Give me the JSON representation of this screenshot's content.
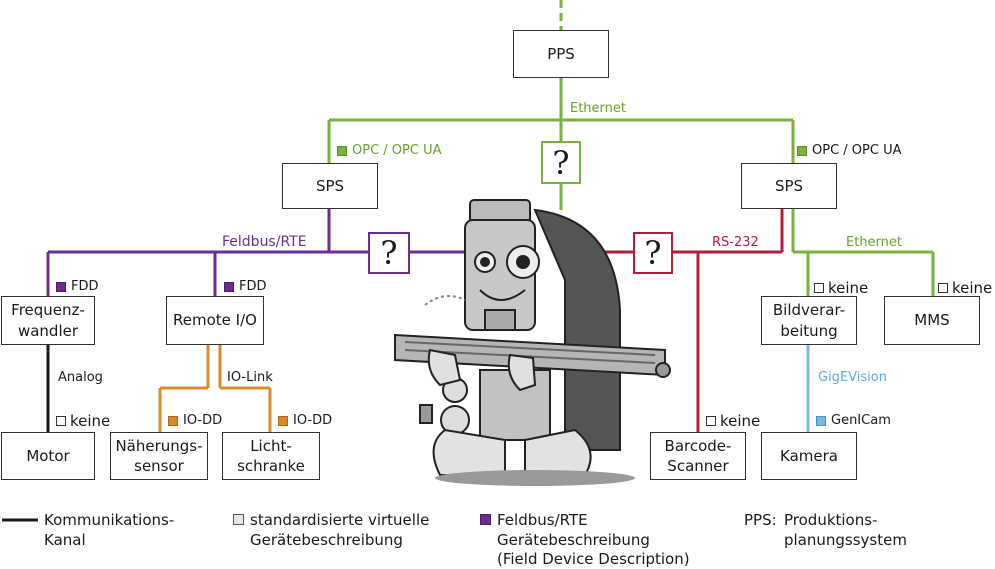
{
  "nodes": {
    "pps": "PPS",
    "sps_left": "SPS",
    "sps_right": "SPS",
    "frequenzwandler": "Frequenz-\nwandler",
    "remote_io": "Remote I/O",
    "motor": "Motor",
    "naeherungssensor": "Näherungs-\nsensor",
    "lichtschranke": "Licht-\nschranke",
    "barcode_scanner": "Barcode-\nScanner",
    "bildverarbeitung": "Bildverar-\nbeitung",
    "mms": "MMS",
    "kamera": "Kamera"
  },
  "links": {
    "ethernet_top": "Ethernet",
    "ethernet_right": "Ethernet",
    "feldbus": "Feldbus/RTE",
    "rs232": "RS-232",
    "analog": "Analog",
    "io_link": "IO-Link",
    "gigevision": "GigEVision"
  },
  "descriptions": {
    "opc_left": "OPC / OPC UA",
    "opc_right": "OPC / OPC UA",
    "fdd_left": "FDD",
    "fdd_remote": "FDD",
    "keine_motor": "keine",
    "iodd_1": "IO-DD",
    "iodd_2": "IO-DD",
    "keine_barcode": "keine",
    "keine_bild": "keine",
    "keine_mms": "keine",
    "genicam": "GenICam"
  },
  "question_mark": "?",
  "legend": {
    "kanal": "Kommunikations-\nKanal",
    "virtual": "standardisierte virtuelle\nGerätebeschreibung",
    "feldbus": "Feldbus/RTE\nGerätebeschreibung\n(Field Device Description)",
    "pps_abbr": "PPS:",
    "pps_full": "Produktions-\nplanungssystem"
  },
  "colors": {
    "ethernet": "#7ab03b",
    "feldbus": "#6b2e8f",
    "rs232": "#b01e3c",
    "io_link": "#d98a2b",
    "gigevision": "#7bb8e0",
    "channel": "#1a1a1a"
  }
}
